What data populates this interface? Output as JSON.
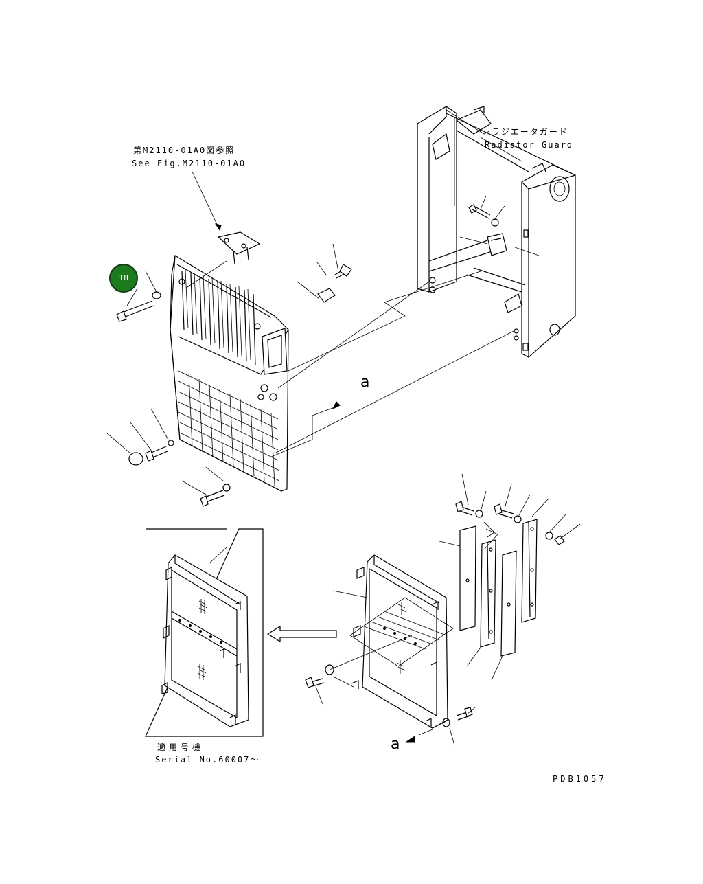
{
  "references": {
    "see_fig_jp": "第M2110-01A0図参照",
    "see_fig_en": "See Fig.M2110-01A0"
  },
  "radiator_guard": {
    "label_jp": "ラジエータガード",
    "label_en": "Radiator Guard"
  },
  "callout": {
    "number": "18",
    "color": "#1e7a1e"
  },
  "connection_marks": {
    "upper": "a",
    "lower": "a"
  },
  "serial": {
    "label_jp": "適用号機",
    "label_en": "Serial No.60007～"
  },
  "drawing_code": "PDB1057"
}
